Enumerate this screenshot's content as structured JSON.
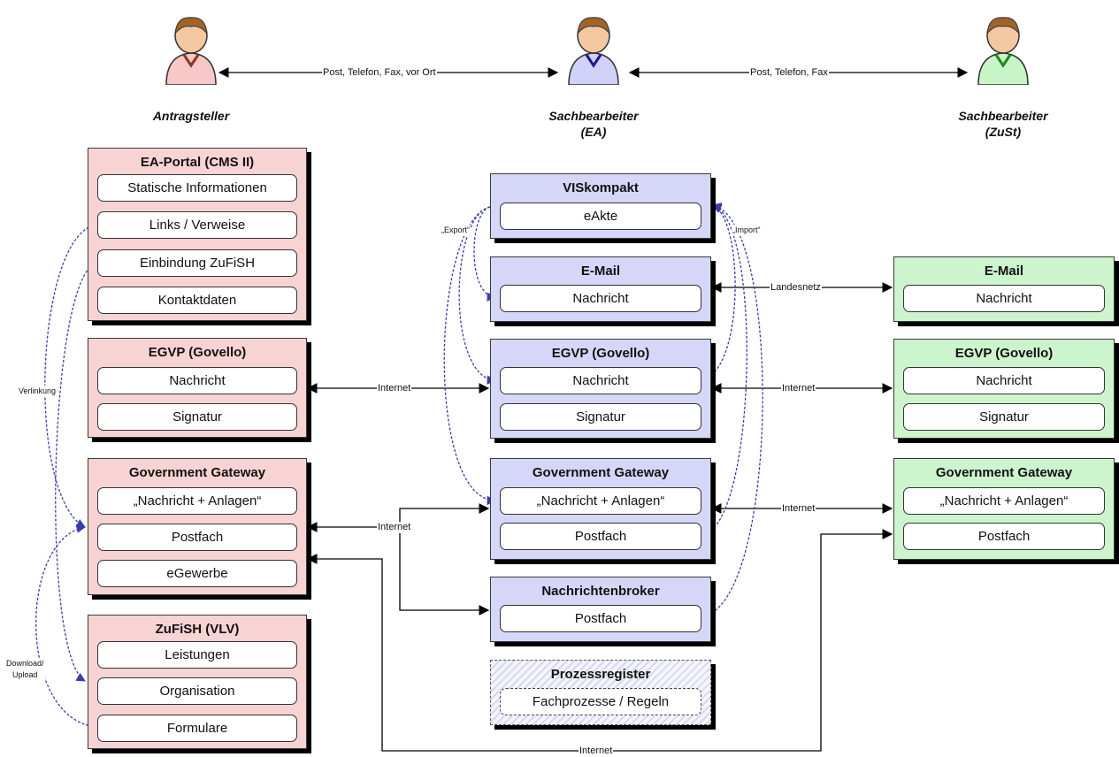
{
  "colors": {
    "applicant": "#f8d3d3",
    "clerk_ea": "#d6d6f8",
    "clerk_zust": "#cdf5cd",
    "link_line": "#3b3bb0",
    "solid_line": "#000000"
  },
  "actors": {
    "antragsteller": "Antragsteller",
    "sachbearbeiter_ea": [
      "Sachbearbeiter",
      "(EA)"
    ],
    "sachbearbeiter_zust": [
      "Sachbearbeiter",
      "(ZuSt)"
    ]
  },
  "panels": {
    "ea_portal": {
      "title": "EA-Portal (CMS II)",
      "items": [
        "Statische Informationen",
        "Links / Verweise",
        "Einbindung ZuFiSH",
        "Kontaktdaten"
      ]
    },
    "egvp_left": {
      "title": "EGVP (Govello)",
      "items": [
        "Nachricht",
        "Signatur"
      ]
    },
    "gg_left": {
      "title": "Government Gateway",
      "items": [
        "„Nachricht + Anlagen“",
        "Postfach",
        "eGewerbe"
      ]
    },
    "zufish": {
      "title": "ZuFiSH (VLV)",
      "items": [
        "Leistungen",
        "Organisation",
        "Formulare"
      ]
    },
    "viskompakt": {
      "title": "VISkompakt",
      "items": [
        "eAkte"
      ]
    },
    "email_mid": {
      "title": "E-Mail",
      "items": [
        "Nachricht"
      ]
    },
    "egvp_mid": {
      "title": "EGVP (Govello)",
      "items": [
        "Nachricht",
        "Signatur"
      ]
    },
    "gg_mid": {
      "title": "Government Gateway",
      "items": [
        "„Nachricht + Anlagen“",
        "Postfach"
      ]
    },
    "broker": {
      "title": "Nachrichtenbroker",
      "items": [
        "Postfach"
      ]
    },
    "prozess": {
      "title": "Prozessregister",
      "items": [
        "Fachprozesse / Regeln"
      ]
    },
    "email_right": {
      "title": "E-Mail",
      "items": [
        "Nachricht"
      ]
    },
    "egvp_right": {
      "title": "EGVP (Govello)",
      "items": [
        "Nachricht",
        "Signatur"
      ]
    },
    "gg_right": {
      "title": "Government Gateway",
      "items": [
        "„Nachricht + Anlagen“",
        "Postfach"
      ]
    }
  },
  "edge_labels": {
    "post_vor_ort": "Post, Telefon, Fax, vor Ort",
    "post_fax": "Post, Telefon, Fax",
    "landesnetz": "Landesnetz",
    "internet": "Internet",
    "export": "„Export“",
    "import": "„Import“",
    "verlinkung": "Verlinkung",
    "download_upload": [
      "Download/",
      "Upload"
    ]
  }
}
